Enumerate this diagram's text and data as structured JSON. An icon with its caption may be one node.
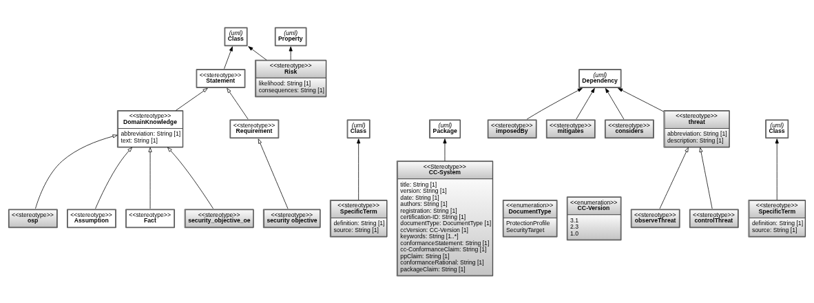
{
  "diagram": {
    "nodes": [
      {
        "text": [
          "<<stereotype>>",
          "Requirement"
        ]
      },
      {
        "text": [
          "<<stereotype>>",
          "security objective"
        ]
      },
      {
        "text": [
          "<<stereotype>>",
          "Statement"
        ]
      },
      {
        "text": [
          "(uml)",
          "Class"
        ]
      },
      {
        "text": [
          "<<stereotype>>",
          "Risk",
          "likelihood: String [1]",
          "consequences: String [1]"
        ]
      },
      {
        "text": [
          "(uml)",
          "Property"
        ]
      },
      {
        "text": [
          "<<stereotype>>",
          "DomainKnowledge",
          "abbreviation: String [1]",
          "text: String [1]"
        ]
      },
      {
        "text": [
          "<<stereotype>>",
          "osp"
        ]
      },
      {
        "text": [
          "(uml)",
          "Class"
        ]
      },
      {
        "text": [
          "<<stereotype>>",
          "SpecificTerm",
          "definition: String [1]",
          "source: String [1]"
        ]
      },
      {
        "text": [
          "<<stereotype>>",
          "Assumption"
        ]
      },
      {
        "text": [
          "<<stereotype>>",
          "Fact"
        ]
      },
      {
        "text": [
          "<<stereotype>>",
          "security_objective_oe"
        ]
      },
      {
        "text": [
          "(uml)",
          "Package"
        ]
      },
      {
        "text": [
          "<<enumeration>>",
          "DocumentType",
          "ProtectionProfile",
          "SecurityTarget"
        ]
      },
      {
        "text": [
          "<<enumeration>>",
          "CC-Version",
          "3.1",
          "2.3",
          "1.0"
        ]
      },
      {
        "text": [
          "<<Stereotype>>",
          "CC-System",
          "title: String [1]",
          "version: String [1]",
          "date: String [1]",
          "authors: String [1]",
          "registration: String [1]",
          "certification-ID: String [1]",
          "documentType: DocumentType [1]",
          "ccVersion: CC-Version [1]",
          "keywords: String [1..*]",
          "conformanceStatement: String [1]",
          "cc-ConformanceClaim: String [1]",
          "ppClaim: String [1]",
          "conformanceRational: String [1]",
          "packageClaim: String [1]"
        ]
      },
      {
        "text": [
          "(uml)",
          "Dependency"
        ]
      },
      {
        "text": [
          "<<stereotype>>",
          "imposedBy"
        ]
      },
      {
        "text": [
          "<<stereotype>>",
          "mitigates"
        ]
      },
      {
        "text": [
          "<<stereotype>>",
          "considers"
        ]
      },
      {
        "text": [
          "<<stereotype>>",
          "threat",
          "abbreviation: String [1]",
          "description: String [1]"
        ]
      },
      {
        "text": [
          "<<stereotype>>",
          "observeThreat"
        ]
      },
      {
        "text": [
          "<<stereotype>>",
          "controlThreat"
        ]
      },
      {
        "text": [
          "(uml)",
          "Class"
        ]
      },
      {
        "text": [
          "<<stereotype>>",
          "SpecificTerm",
          "definition: String [1]",
          "source: String [1]"
        ]
      }
    ],
    "edges": [
      {
        "from": 1,
        "to": 0,
        "arrow": "to"
      },
      {
        "from": 0,
        "to": 2,
        "arrow": "to"
      },
      {
        "from": 6,
        "to": 2,
        "arrow": "to"
      },
      {
        "from": 2,
        "to": 3,
        "arrow": "to"
      },
      {
        "from": 4,
        "to": 3,
        "arrow": "to"
      },
      {
        "from": 4,
        "to": 5,
        "arrow": "to"
      },
      {
        "from": 7,
        "to": 6,
        "arrow": "to"
      },
      {
        "from": 10,
        "to": 6,
        "arrow": "to"
      },
      {
        "from": 11,
        "to": 6,
        "arrow": "to"
      },
      {
        "from": 12,
        "to": 6,
        "arrow": "to"
      },
      {
        "from": 9,
        "to": 8,
        "arrow": "to"
      },
      {
        "from": 16,
        "to": 13,
        "arrow": "to"
      },
      {
        "from": 18,
        "to": 17,
        "arrow": "to"
      },
      {
        "from": 19,
        "to": 17,
        "arrow": "to"
      },
      {
        "from": 20,
        "to": 17,
        "arrow": "to"
      },
      {
        "from": 21,
        "to": 17,
        "arrow": "to"
      },
      {
        "from": 22,
        "to": 21,
        "arrow": "to"
      },
      {
        "from": 23,
        "to": 21,
        "arrow": "to"
      },
      {
        "from": 25,
        "to": 24,
        "arrow": "to"
      }
    ]
  }
}
